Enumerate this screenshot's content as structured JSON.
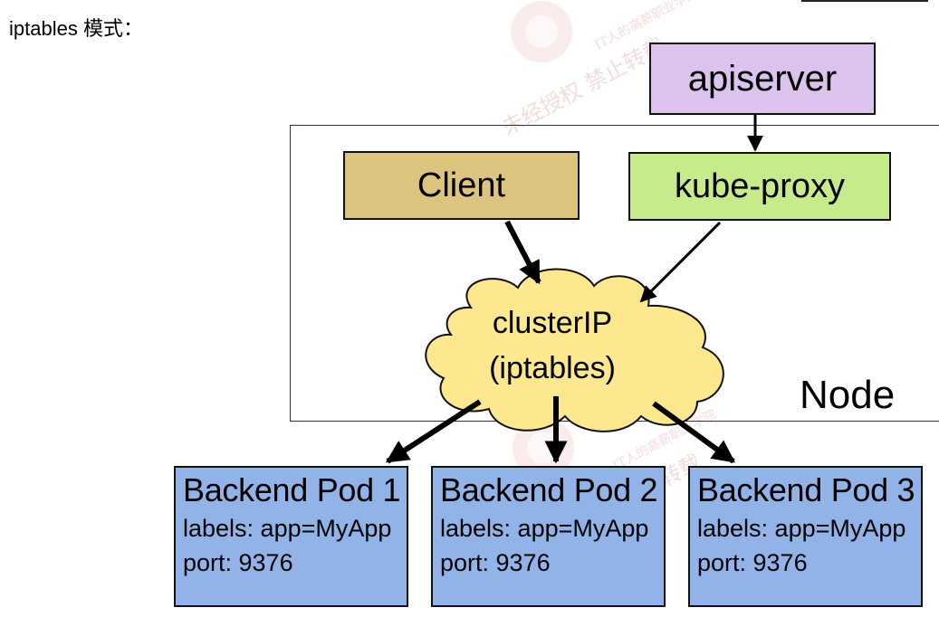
{
  "heading": "iptables 模式：",
  "node_label": "Node",
  "apiserver_label": "apiserver",
  "client_label": "Client",
  "kube_proxy_label": "kube-proxy",
  "cluster_ip": {
    "line1": "clusterIP",
    "line2": "(iptables)"
  },
  "pods": [
    {
      "title": "Backend Pod 1",
      "labels": "labels: app=MyApp",
      "port": "port: 9376"
    },
    {
      "title": "Backend Pod 2",
      "labels": "labels: app=MyApp",
      "port": "port: 9376"
    },
    {
      "title": "Backend Pod 3",
      "labels": "labels: app=MyApp",
      "port": "port: 9376"
    }
  ],
  "watermark": {
    "line1": "IT人的高薪职业学院",
    "line2": "未经授权 禁止转载"
  },
  "colors": {
    "apiserver": "#dcc3ee",
    "client": "#dcc37e",
    "kube_proxy": "#c7eb8a",
    "cloud": "#fde890",
    "pod": "#92b3e8"
  }
}
